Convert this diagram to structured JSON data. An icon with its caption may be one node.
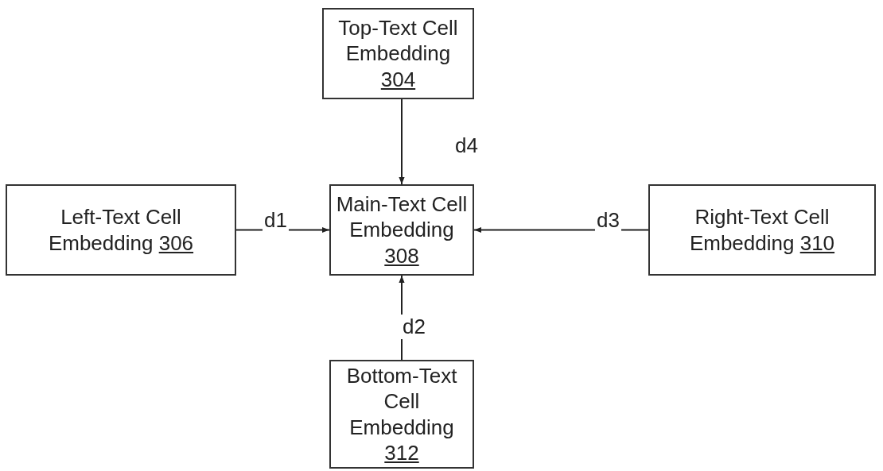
{
  "diagram": {
    "nodes": [
      {
        "text": [
          "Top-Text Cell Embedding",
          "304"
        ]
      },
      {
        "text": [
          "Left-Text Cell Embedding",
          "306"
        ]
      },
      {
        "text": [
          "Main-Text Cell Embedding",
          "308"
        ]
      },
      {
        "text": [
          "Right-Text Cell Embedding",
          "310"
        ]
      },
      {
        "text": [
          "Bottom-Text Cell Embedding",
          "312"
        ]
      }
    ],
    "edges": [
      {
        "from": 0,
        "to": 2,
        "arrow": "to",
        "label": "d4"
      },
      {
        "from": 1,
        "to": 2,
        "arrow": "to",
        "label": "d1"
      },
      {
        "from": 3,
        "to": 2,
        "arrow": "to",
        "label": "d3"
      },
      {
        "from": 4,
        "to": 2,
        "arrow": "to",
        "label": "d2"
      }
    ]
  }
}
